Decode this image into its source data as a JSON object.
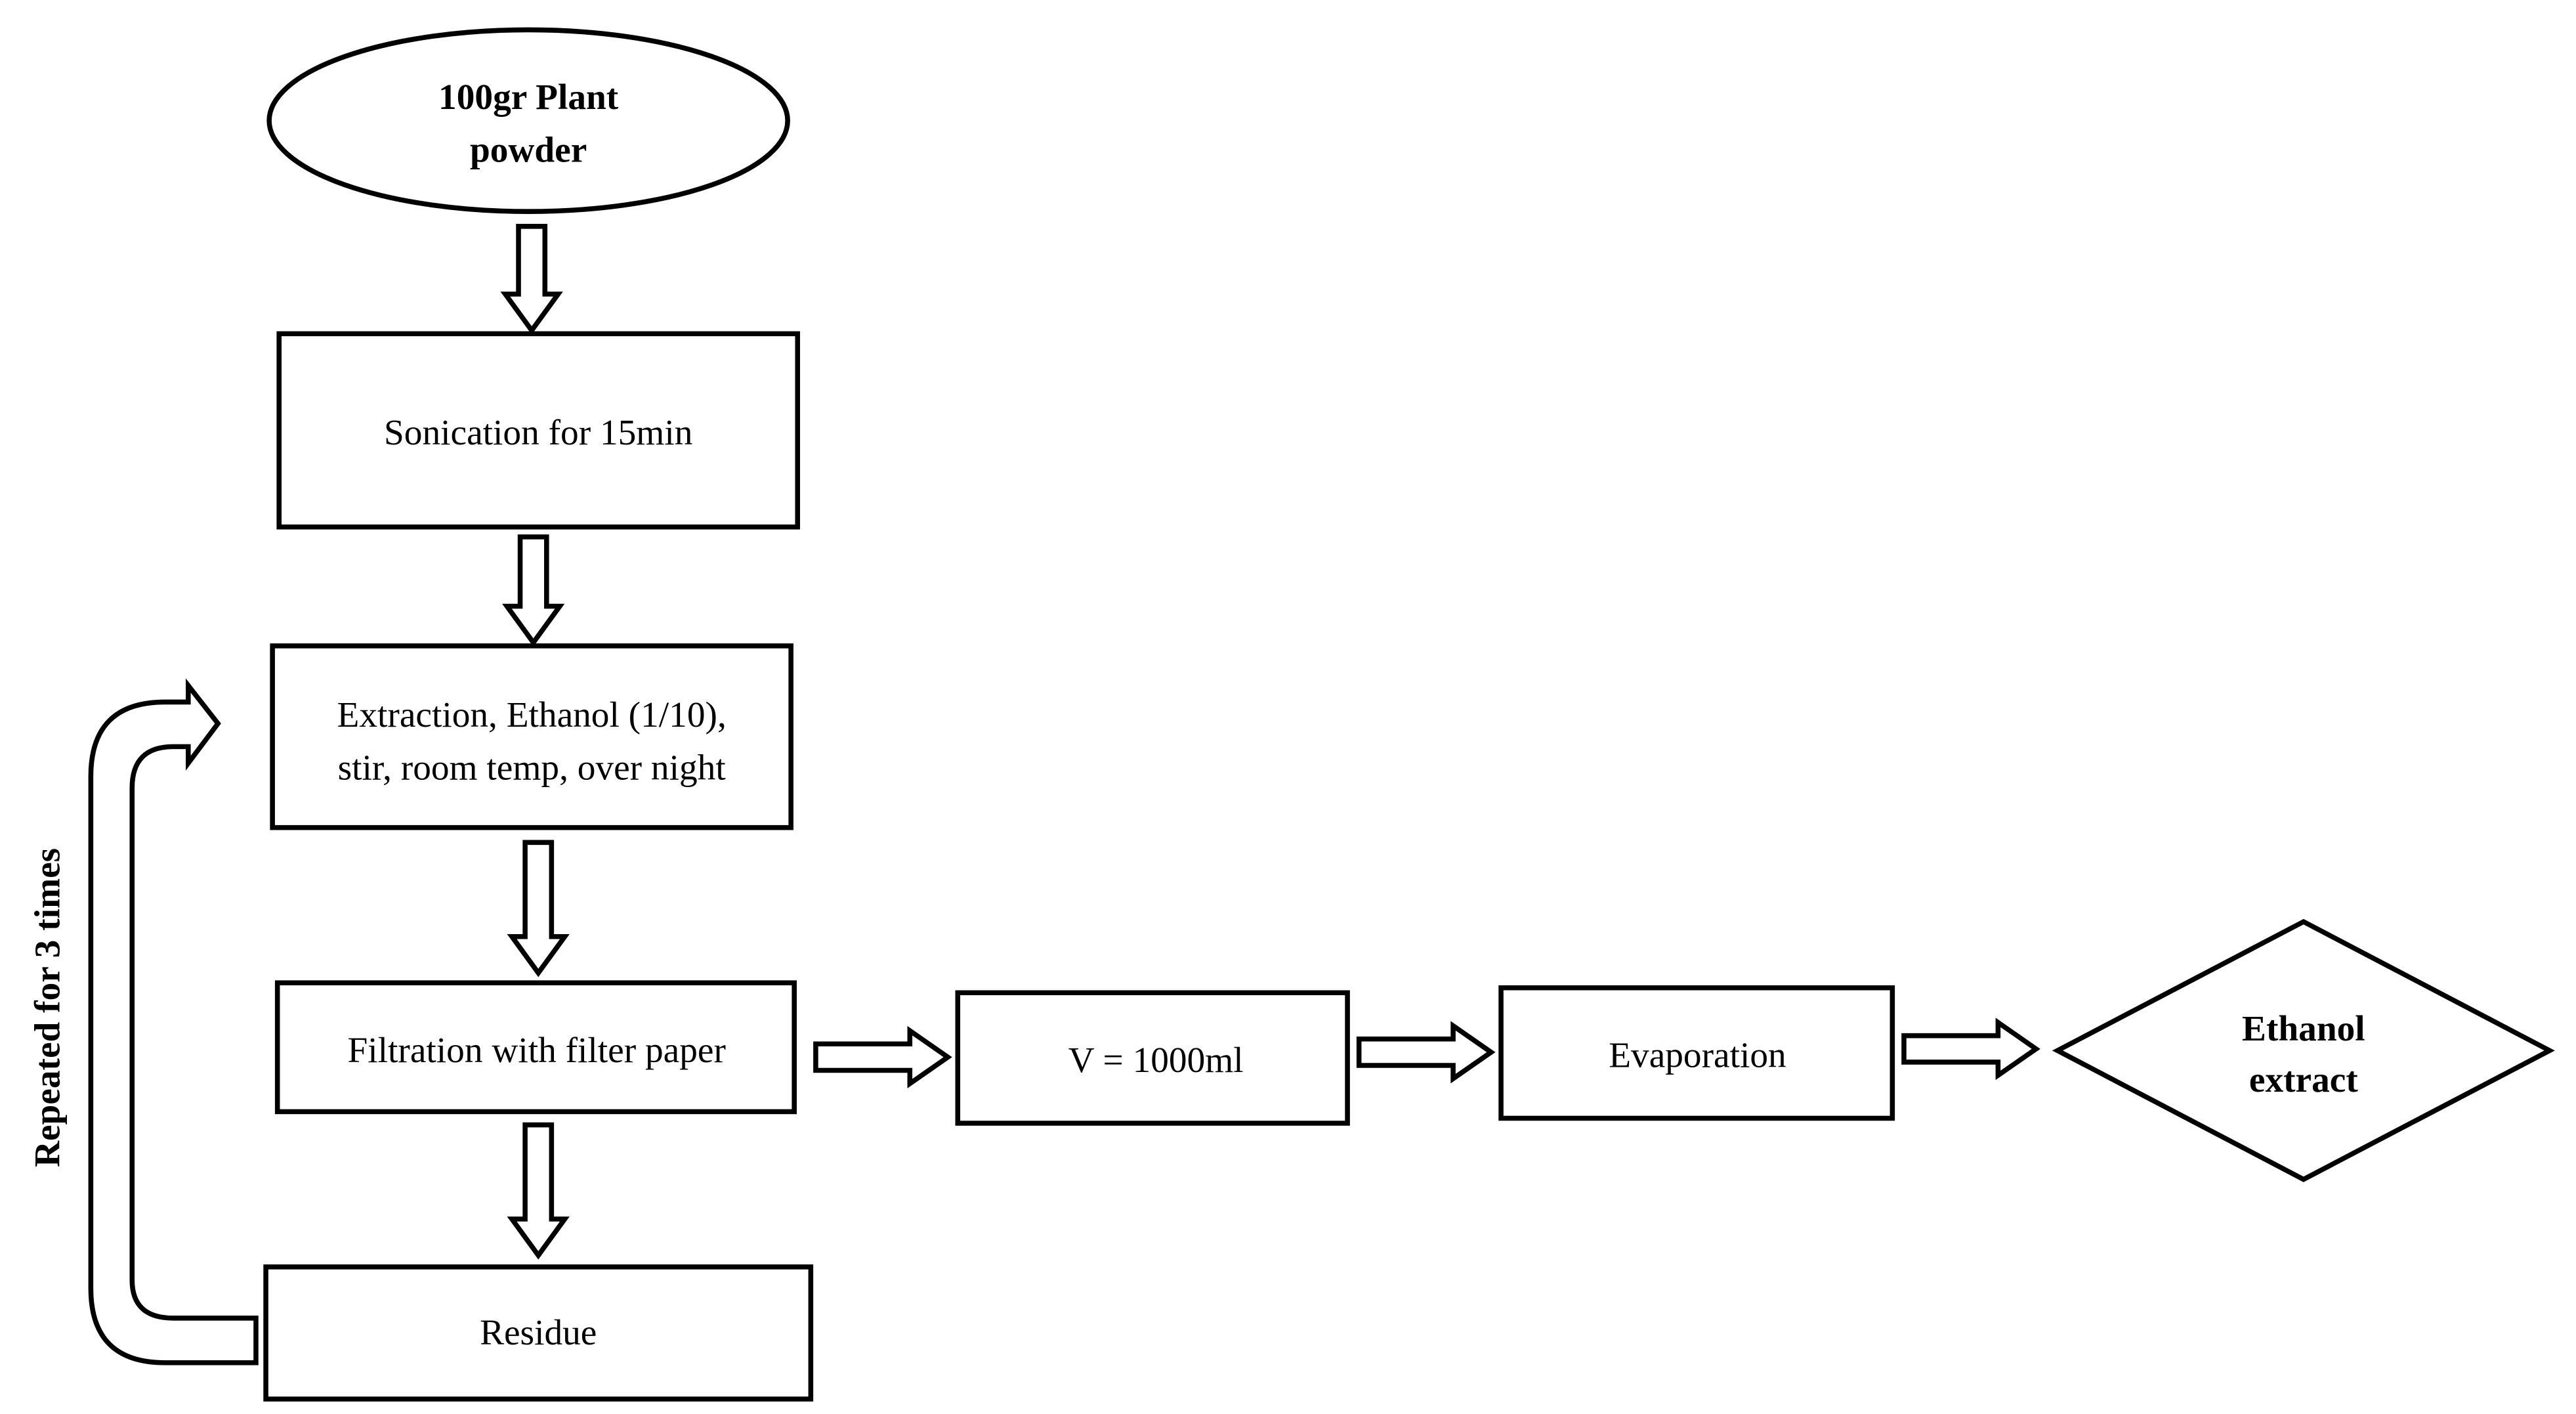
{
  "nodes": {
    "start": {
      "line1": "100gr Plant",
      "line2": "powder"
    },
    "sonication": {
      "label": "Sonication for 15min"
    },
    "extraction": {
      "line1": "Extraction, Ethanol (1/10),",
      "line2": "stir, room temp, over night"
    },
    "filtration": {
      "label": "Filtration with filter paper"
    },
    "residue": {
      "label": "Residue"
    },
    "volume": {
      "label": "V = 1000ml"
    },
    "evaporation": {
      "label": "Evaporation"
    },
    "end": {
      "line1": "Ethanol",
      "line2": "extract"
    }
  },
  "loop": {
    "label": "Repeated for 3 times"
  },
  "colors": {
    "stroke": "#000000",
    "fill": "#ffffff",
    "text": "#000000"
  }
}
